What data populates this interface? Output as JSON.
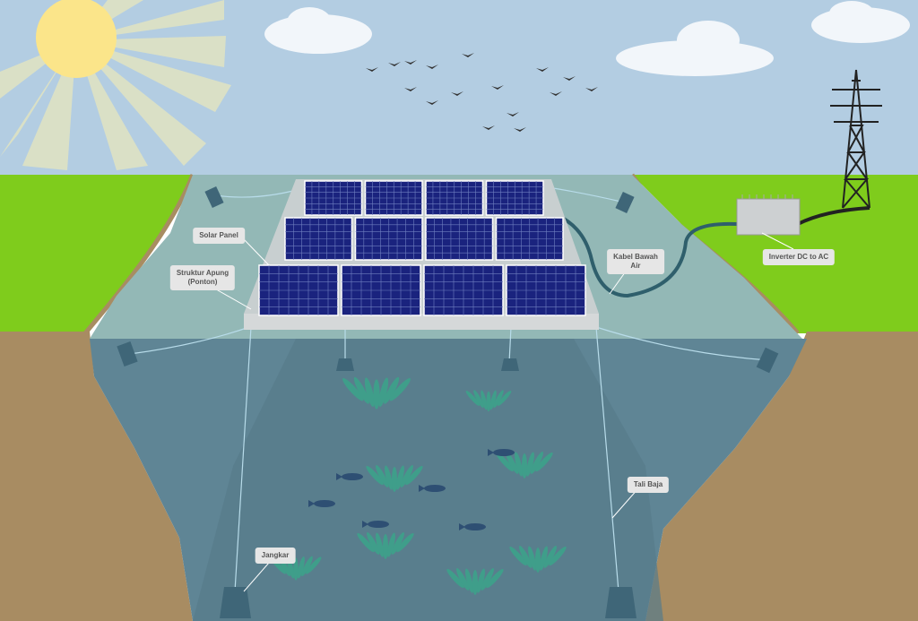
{
  "labels": {
    "solar_panel": "Solar Panel",
    "floating_structure": "Struktur Apung\n(Ponton)",
    "underwater_cable": "Kabel Bawah\nAir",
    "inverter": "Inverter DC to AC",
    "steel_rope": "Tali Baja",
    "anchor": "Jangkar"
  },
  "colors": {
    "sky": "#b3cde2",
    "grass": "#7fcc1c",
    "soil": "#a88c62",
    "water_surface": "#93b8b6",
    "water_deep": "#5f8595",
    "panel": "#1a237e",
    "sun": "#fbe58a"
  }
}
